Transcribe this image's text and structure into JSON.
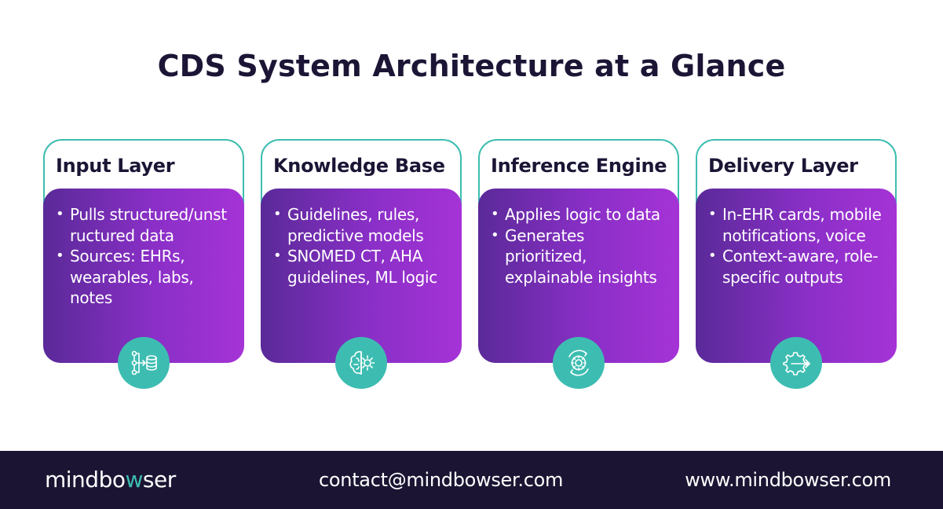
{
  "title": "CDS System Architecture at a Glance",
  "colors": {
    "accent": "#3dbdb1",
    "card_gradient_start": "#5a2a98",
    "card_gradient_end": "#a533d6",
    "footer": "#1b1533",
    "title": "#1c1535"
  },
  "cards": [
    {
      "heading": "Input Layer",
      "bullets": [
        "Pulls structured/unst ructured data",
        "Sources: EHRs, wearables, labs, notes"
      ],
      "icon": "data-flow-database-icon"
    },
    {
      "heading": "Knowledge Base",
      "bullets": [
        "Guidelines, rules, predictive models",
        "SNOMED CT, AHA guidelines, ML logic"
      ],
      "icon": "brain-gear-icon"
    },
    {
      "heading": "Inference Engine",
      "bullets": [
        "Applies logic to data",
        "Generates prioritized, explainable insights"
      ],
      "icon": "gear-cycle-icon"
    },
    {
      "heading": "Delivery Layer",
      "bullets": [
        "In-EHR cards, mobile notifications, voice",
        "Context-aware, role-specific outputs"
      ],
      "icon": "gear-arrow-icon"
    }
  ],
  "footer": {
    "brand_a": "mindbo",
    "brand_b": "w",
    "brand_c": "ser",
    "email": "contact@mindbowser.com",
    "website": "www.mindbowser.com"
  }
}
